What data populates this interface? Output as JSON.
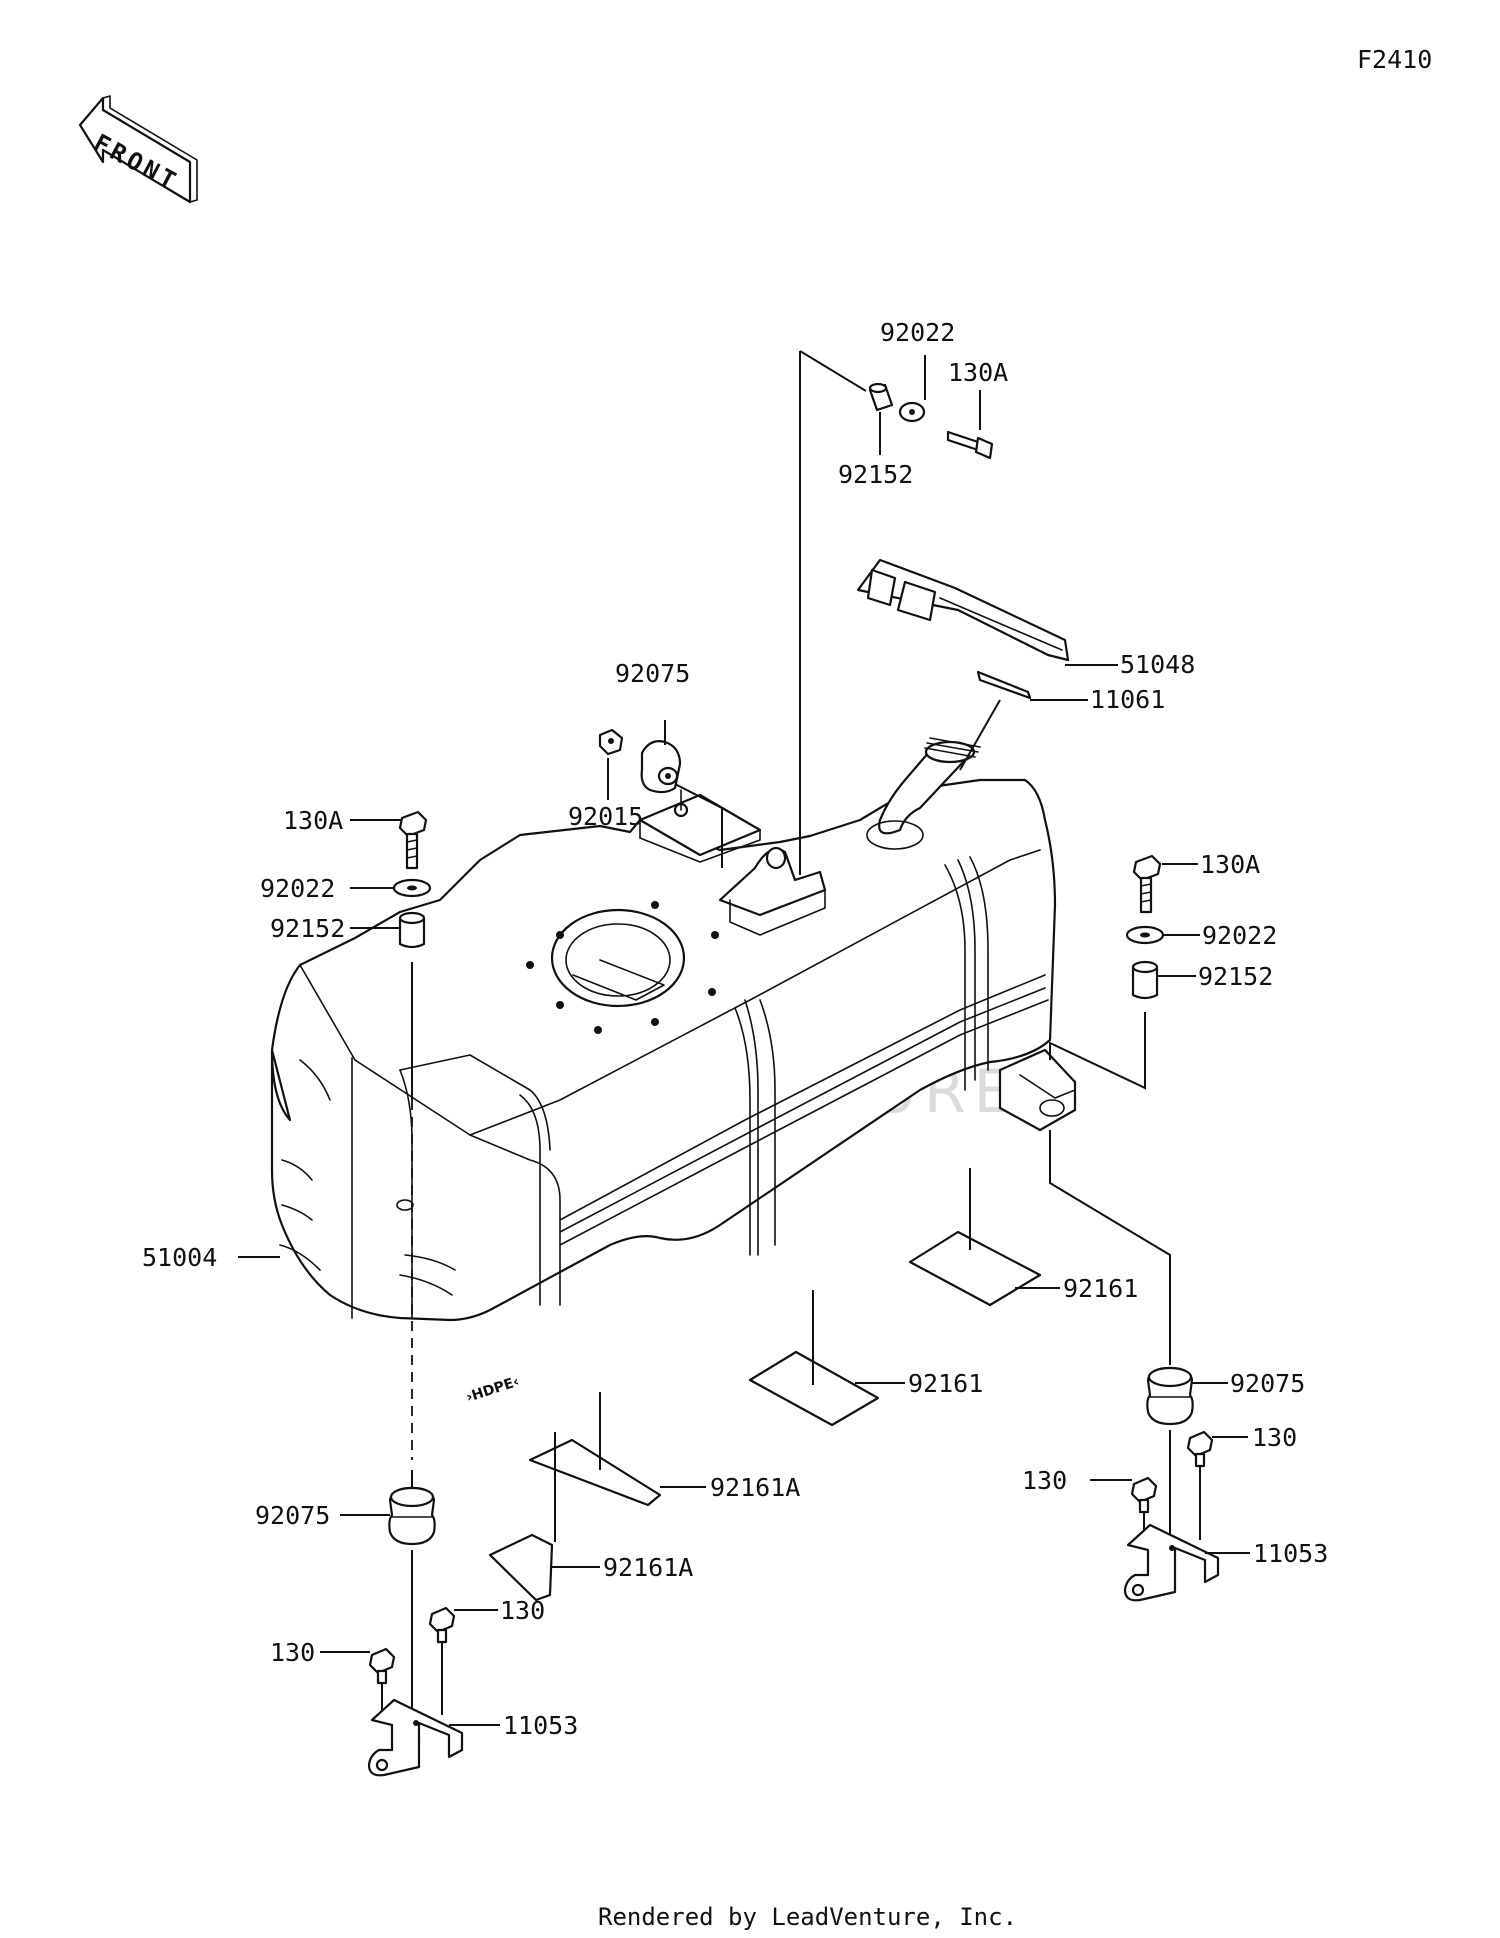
{
  "figure_code": "F2410",
  "front_label": "FRONT",
  "tank_marking": "›HDPE‹",
  "watermark": "LEADVENTURE",
  "footer": "Rendered by LeadVenture, Inc.",
  "parts": {
    "p92022_top": "92022",
    "p130a_top": "130A",
    "p92152_top": "92152",
    "p51048": "51048",
    "p11061": "11061",
    "p92075_top": "92075",
    "p92015": "92015",
    "p130a_left": "130A",
    "p92022_left": "92022",
    "p92152_left": "92152",
    "p130a_right": "130A",
    "p92022_right": "92022",
    "p92152_right": "92152",
    "p51004": "51004",
    "p92161_right": "92161",
    "p92161_mid": "92161",
    "p92075_right": "92075",
    "p130_right_upper": "130",
    "p130_right_lower": "130",
    "p11053_right": "11053",
    "p92161a_upper": "92161A",
    "p92161a_lower": "92161A",
    "p92075_left": "92075",
    "p130_left_upper": "130",
    "p130_left_lower": "130",
    "p11053_left": "11053"
  }
}
